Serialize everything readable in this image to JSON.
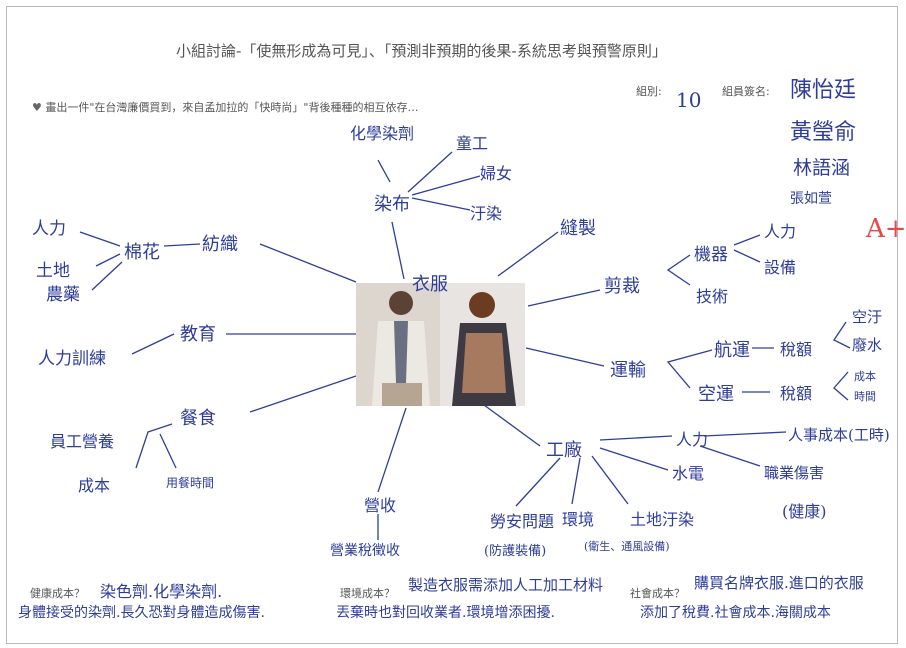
{
  "header": {
    "title": "小組討論-「使無形成為可見」、「預測非預期的後果-系統思考與預警原則」",
    "subtitle": "畫出一件\"在台灣廉價買到，來自孟加拉的「快時尚」\"背後種種的相互依存…",
    "group_label": "組別:",
    "group_number": "10",
    "members_label": "組員簽名:",
    "members": [
      "陳怡廷",
      "黃瑩俞",
      "林語涵",
      "張如萱"
    ],
    "grade": "A+"
  },
  "mindmap": {
    "center": "衣服",
    "nodes": {
      "dyeing": "染布",
      "chemical_dyes": "化學染劑",
      "child_labor": "童工",
      "women": "婦女",
      "pollution": "汙染",
      "sewing": "縫製",
      "cutting": "剪裁",
      "machines": "機器",
      "manpower1": "人力",
      "equipment": "設備",
      "technique": "技術",
      "transport": "運輸",
      "shipping": "航運",
      "tax1": "稅額",
      "air_pollution": "空汙",
      "waste_water": "廢水",
      "air_freight": "空運",
      "tax2": "稅額",
      "cost": "成本",
      "time": "時間",
      "factory": "工廠",
      "manpower2": "人力",
      "personnel_cost": "人事成本(工時)",
      "occupational_injury": "職業傷害",
      "health": "(健康)",
      "utilities": "水電",
      "land_pollution": "土地汙染",
      "environment": "環境",
      "environment_note": "(衛生、通風設備)",
      "labor_safety": "勞安問題",
      "protective_gear": "(防護裝備)",
      "marketing": "營收",
      "business_tax": "營業稅徵收",
      "meals": "餐食",
      "staff_nutrition": "員工營養",
      "cost2": "成本",
      "meal_time": "用餐時間",
      "education": "教育",
      "training": "人力訓練",
      "weaving": "紡織",
      "cotton": "棉花",
      "manpower3": "人力",
      "land": "土地",
      "pesticide": "農藥"
    }
  },
  "footer": {
    "health_label": "健康成本？",
    "health_answer_1": "染色劑.化學染劑.",
    "health_answer_2": "身體接受的染劑.長久恐對身體造成傷害.",
    "env_label": "環境成本？",
    "env_answer_1": "製造衣服需添加人工加工材料",
    "env_answer_2": "丟棄時也對回收業者.環境增添困擾.",
    "social_label": "社會成本？",
    "social_answer_1": "購買名牌衣服.進口的衣服",
    "social_answer_2": "添加了稅費.社會成本.海關成本"
  },
  "colors": {
    "ink": "#2e3d9a",
    "print": "#555555",
    "grade": "#e84848"
  }
}
